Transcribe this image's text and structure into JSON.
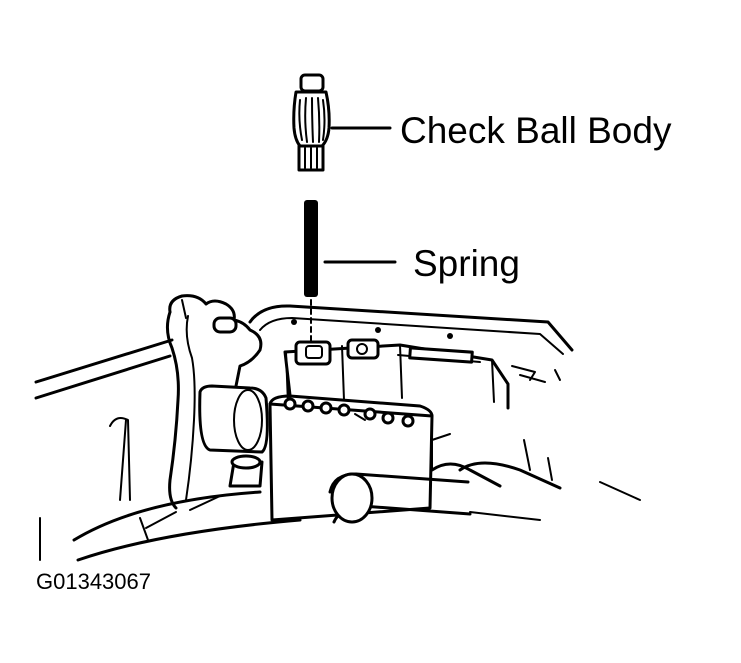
{
  "labels": {
    "check_ball_body": "Check Ball Body",
    "spring": "Spring"
  },
  "figure_id": "G01343067"
}
